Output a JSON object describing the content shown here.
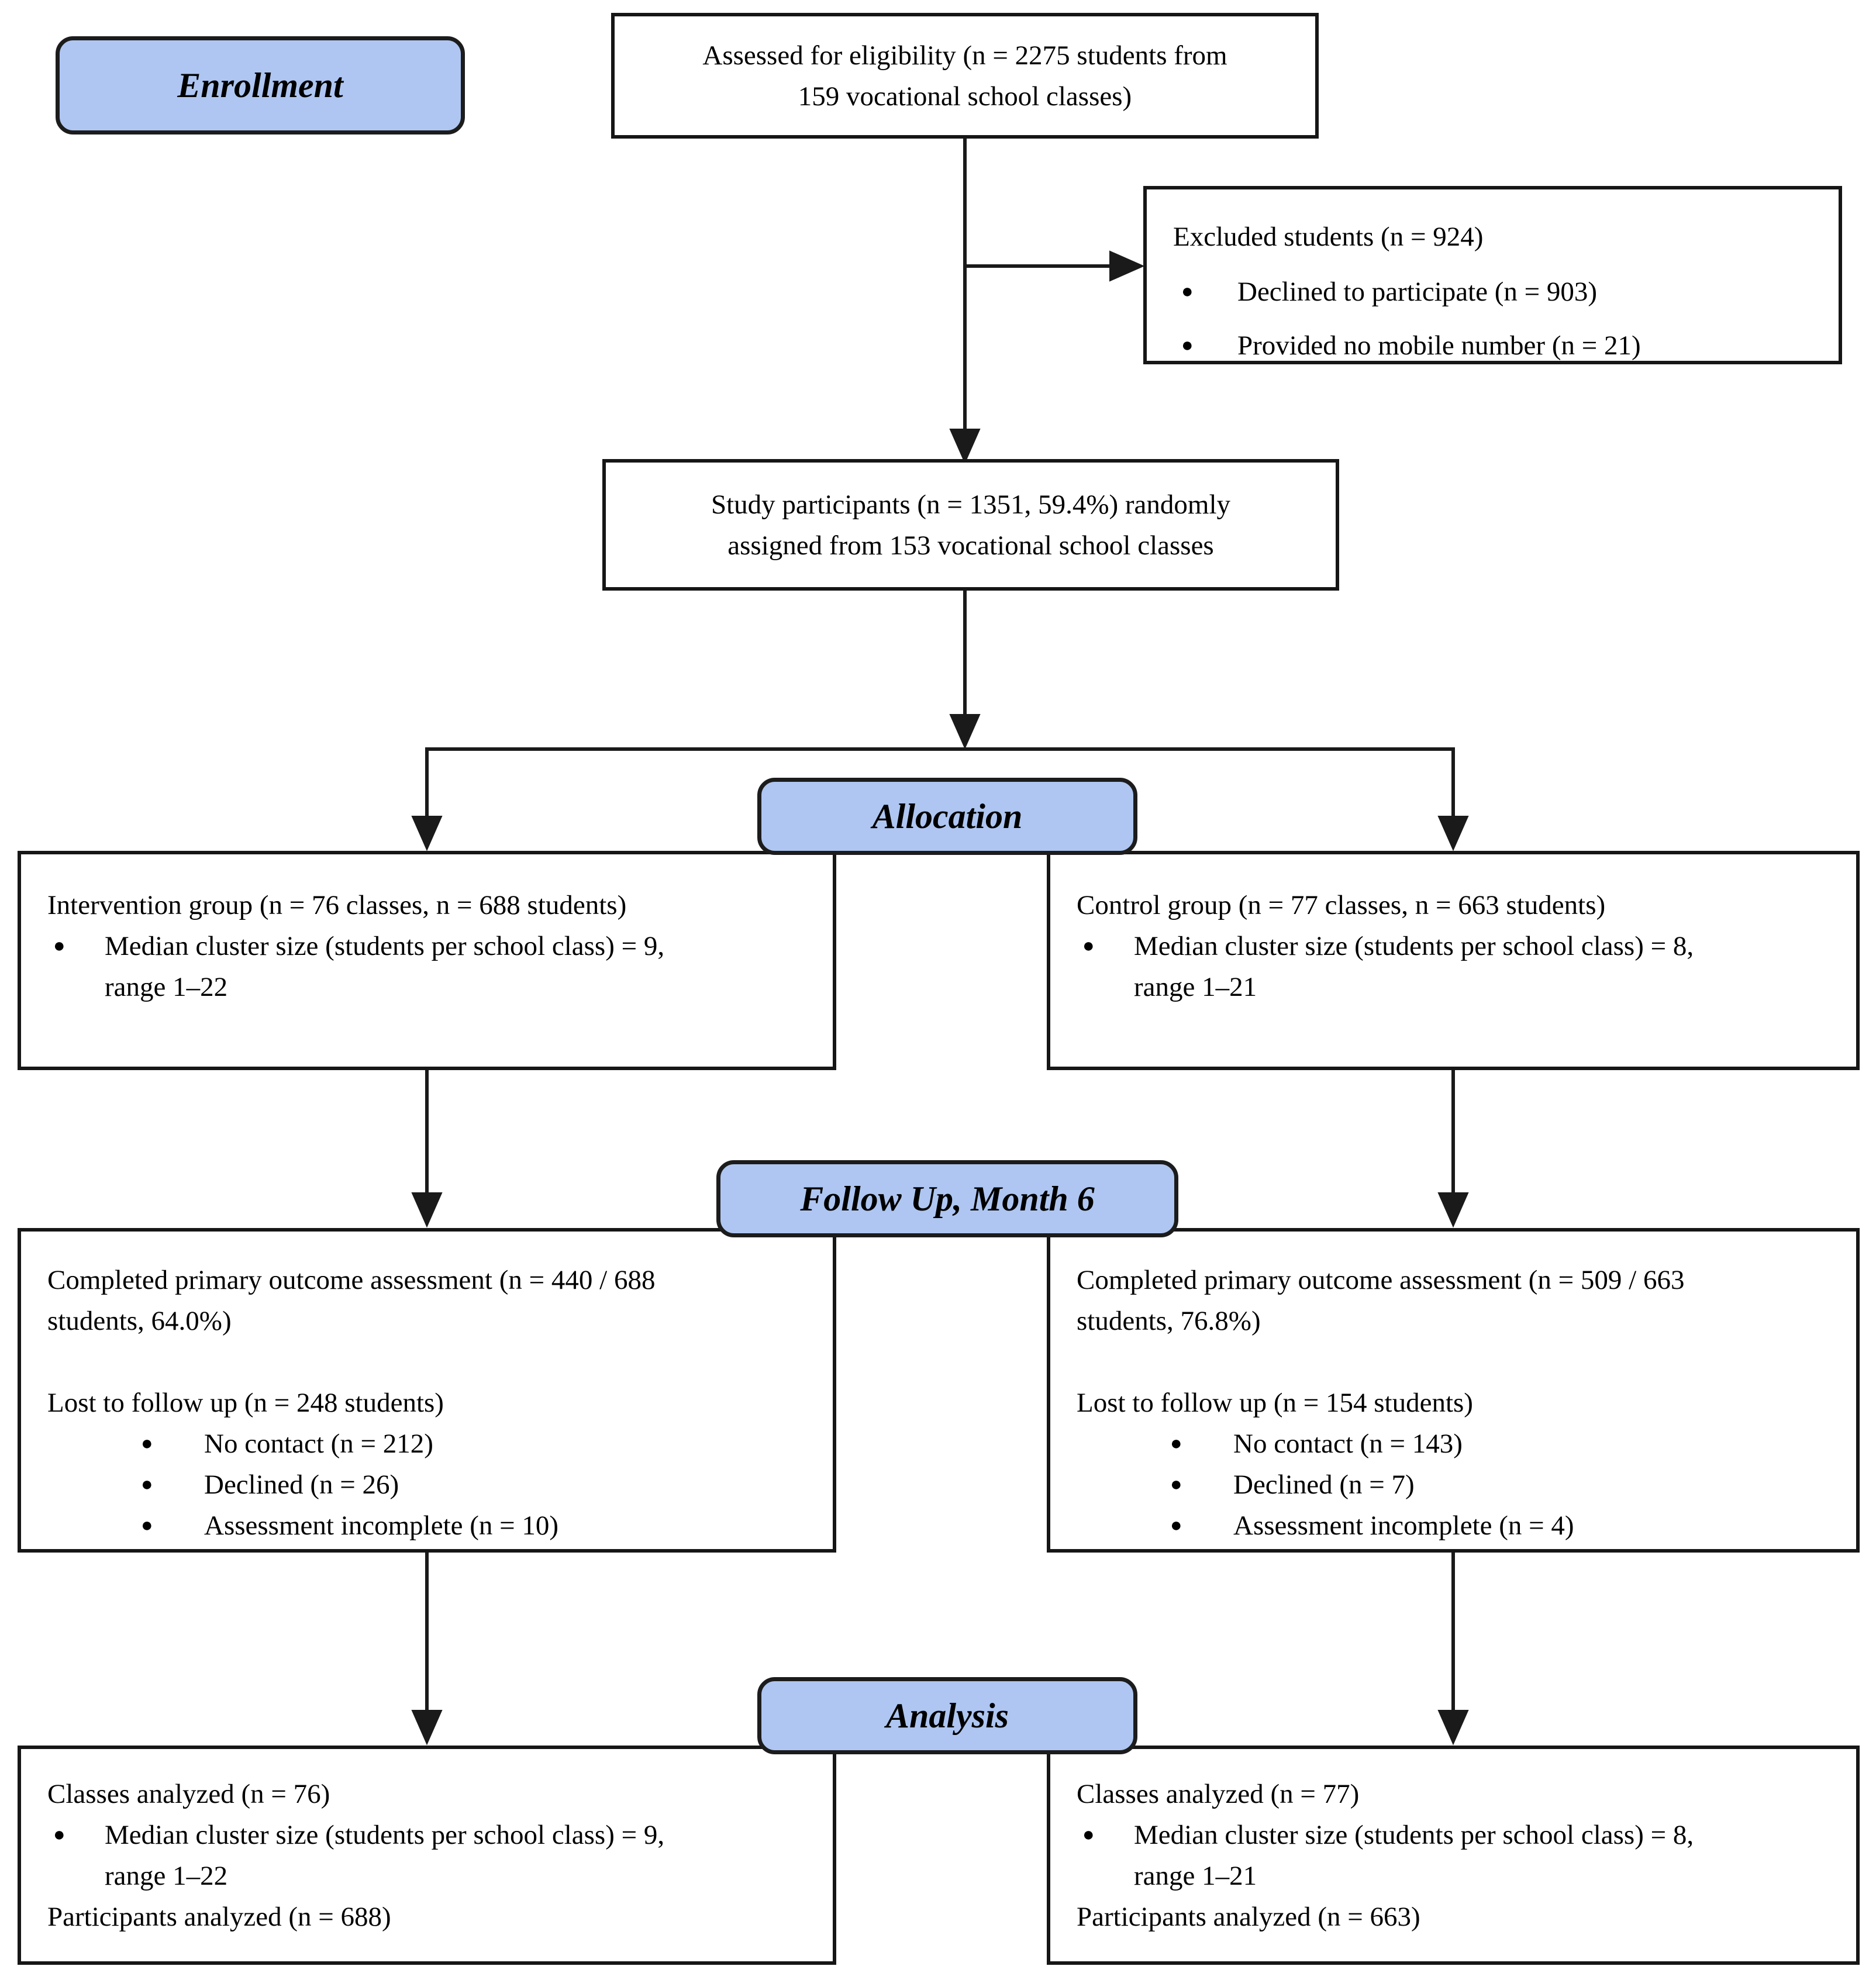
{
  "diagram": {
    "stages": {
      "enrollment": "Enrollment",
      "allocation": "Allocation",
      "follow_up": "Follow Up, Month 6",
      "analysis": "Analysis"
    },
    "boxes": {
      "assessed": {
        "text": "Assessed for eligibility (n = 2275 students from\n159 vocational school classes)"
      },
      "excluded": {
        "title": "Excluded students (n = 924)",
        "bullets": [
          "Declined to participate (n = 903)",
          "Provided no mobile number (n = 21)"
        ]
      },
      "randomized": {
        "text": "Study participants (n = 1351, 59.4%) randomly\nassigned from 153 vocational school classes"
      },
      "intervention": {
        "title": "Intervention group (n = 76 classes, n = 688 students)",
        "bullets": [
          "Median cluster size (students per school class) = 9,\nrange 1–22"
        ]
      },
      "control": {
        "title": "Control group (n = 77 classes, n = 663 students)",
        "bullets": [
          "Median cluster size (students per school class) = 8,\nrange 1–21"
        ]
      },
      "followup_intervention": {
        "completed": "Completed primary outcome assessment (n = 440 / 688\nstudents, 64.0%)",
        "lost_title": "Lost to follow up (n = 248 students)",
        "bullets": [
          "No contact (n = 212)",
          "Declined (n = 26)",
          "Assessment incomplete (n = 10)"
        ]
      },
      "followup_control": {
        "completed": "Completed primary outcome assessment (n = 509 / 663\nstudents, 76.8%)",
        "lost_title": "Lost to follow up (n = 154 students)",
        "bullets": [
          "No contact (n = 143)",
          "Declined (n = 7)",
          "Assessment incomplete (n = 4)"
        ]
      },
      "analysis_intervention": {
        "title": "Classes analyzed (n = 76)",
        "bullets": [
          "Median cluster size (students per school class) = 9,\nrange 1–22"
        ],
        "footer": "Participants analyzed (n = 688)"
      },
      "analysis_control": {
        "title": "Classes analyzed (n = 77)",
        "bullets": [
          "Median cluster size (students per school class) = 8,\nrange 1–21"
        ],
        "footer": "Participants analyzed (n = 663)"
      }
    }
  },
  "colors": {
    "badge_fill": "#aec6f1",
    "badge_border": "#1c1c1c",
    "box_border": "#161616",
    "arrow": "#1a1a1a",
    "bg": "#ffffff",
    "text": "#000000"
  }
}
